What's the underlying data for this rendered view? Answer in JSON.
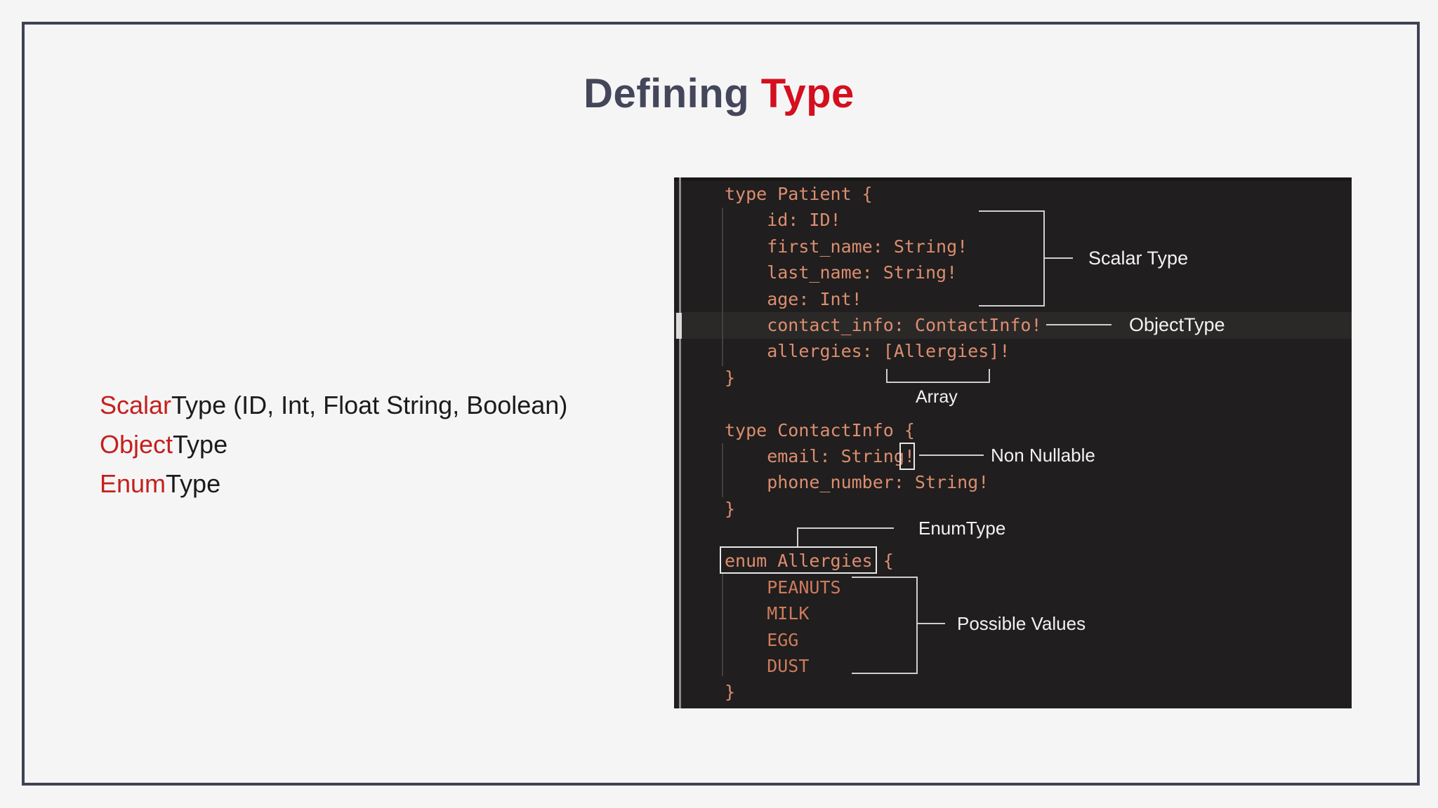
{
  "title": {
    "prefix": "Defining ",
    "accent": "Type"
  },
  "type_list": [
    {
      "accent": "Scalar",
      "rest": "Type (ID, Int, Float String, Boolean)"
    },
    {
      "accent": "Object",
      "rest": "Type"
    },
    {
      "accent": "Enum",
      "rest": "Type"
    }
  ],
  "editor": {
    "code_lines": [
      {
        "text": "type Patient {",
        "enum_value": false
      },
      {
        "text": "    id: ID!",
        "enum_value": false
      },
      {
        "text": "    first_name: String!",
        "enum_value": false
      },
      {
        "text": "    last_name: String!",
        "enum_value": false
      },
      {
        "text": "    age: Int!",
        "enum_value": false
      },
      {
        "text": "    contact_info: ContactInfo!",
        "enum_value": false
      },
      {
        "text": "    allergies: [Allergies]!",
        "enum_value": false
      },
      {
        "text": "}",
        "enum_value": false
      },
      {
        "text": "",
        "enum_value": false
      },
      {
        "text": "type ContactInfo {",
        "enum_value": false
      },
      {
        "text": "    email: String!",
        "enum_value": false
      },
      {
        "text": "    phone_number: String!",
        "enum_value": false
      },
      {
        "text": "}",
        "enum_value": false
      },
      {
        "text": "",
        "enum_value": false
      },
      {
        "text": "enum Allergies {",
        "enum_value": false
      },
      {
        "text": "    PEANUTS",
        "enum_value": true
      },
      {
        "text": "    MILK",
        "enum_value": true
      },
      {
        "text": "    EGG",
        "enum_value": true
      },
      {
        "text": "    DUST",
        "enum_value": true
      },
      {
        "text": "}",
        "enum_value": false
      }
    ],
    "annotations": {
      "scalar_type": "Scalar Type",
      "object_type": "ObjectType",
      "array": "Array",
      "non_nullable": "Non Nullable",
      "enum_type": "EnumType",
      "possible_values": "Possible Values"
    }
  },
  "colors": {
    "slide_background": "#f5f5f6",
    "slide_border": "#3e4254",
    "title_text": "#44475a",
    "title_accent": "#d40f1e",
    "list_accent": "#c4201d",
    "editor_background": "#201e1e",
    "code_text": "#dc8e70",
    "enum_value_text": "#ce7b5d",
    "annotation_text": "#f2f2f2"
  }
}
